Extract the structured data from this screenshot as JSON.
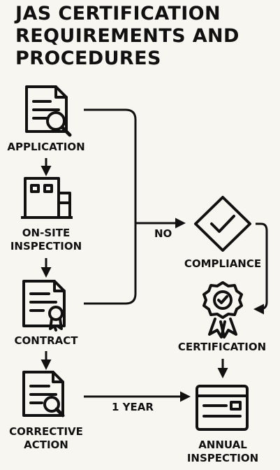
{
  "title": {
    "line1": "JAS CERTIFICATION",
    "line2": "REQUIREMENTS AND",
    "line3": "PROCEDURES"
  },
  "nodes": {
    "application": "APPLICATION",
    "onsite_line1": "ON-SITE",
    "onsite_line2": "INSPECTION",
    "contract": "CONTRACT",
    "corrective_line1": "CORRECTIVE",
    "corrective_line2": "ACTION",
    "compliance": "COMPLIANCE",
    "certification": "CERTIFICATION",
    "annual_line1": "ANNUAL",
    "annual_line2": "INSPECTION"
  },
  "edges": {
    "no_label": "NO",
    "year_label": "1 YEAR"
  },
  "icons": {
    "application": "document-search-icon",
    "onsite": "building-icon",
    "contract": "certificate-document-icon",
    "corrective": "document-magnifier-icon",
    "compliance": "checkmark-diamond-icon",
    "certification": "award-badge-icon",
    "annual": "calendar-form-icon"
  }
}
